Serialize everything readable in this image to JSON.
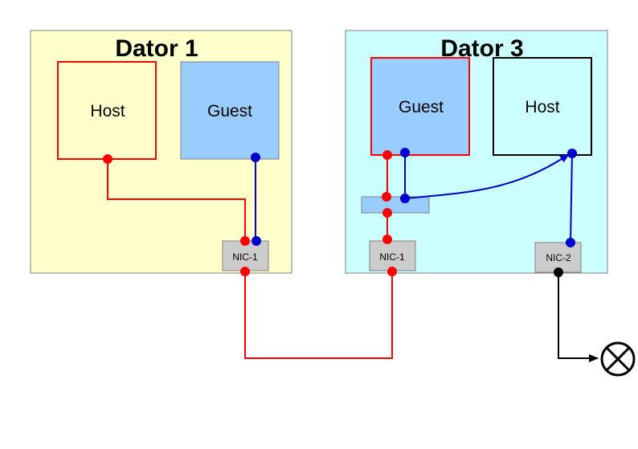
{
  "colors": {
    "dator1_bg": "#ffffcc",
    "dator3_bg": "#ccffff",
    "guest_bg": "#99ccff",
    "nic_bg": "#cccccc",
    "border": "#808080",
    "red": "#ff0000",
    "blue": "#0000cc",
    "black": "#000000",
    "switch_bg": "#99ccff"
  },
  "dator1": {
    "title": "Dator 1",
    "host_label": "Host",
    "guest_label": "Guest",
    "nic_label": "NIC-1"
  },
  "dator3": {
    "title": "Dator 3",
    "guest_label": "Guest",
    "host_label": "Host",
    "nic1_label": "NIC-1",
    "nic2_label": "NIC-2"
  },
  "icons": {
    "internet": "crossed-circle-icon"
  }
}
